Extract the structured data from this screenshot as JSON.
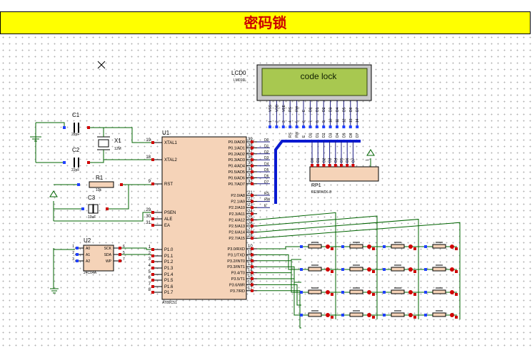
{
  "title": "密码锁",
  "lcd": {
    "ref": "LCD0",
    "model": "LM016L",
    "display_text": "code lock",
    "top_pins": [
      "VSS",
      "VDD",
      "VEE",
      "RS",
      "RW",
      "E",
      "D0",
      "D1",
      "D2",
      "D3",
      "D4",
      "D5",
      "D6",
      "D7"
    ],
    "pin_numbers": [
      "1",
      "2",
      "3",
      "4",
      "5",
      "6",
      "7",
      "8",
      "9",
      "10",
      "11",
      "12",
      "13",
      "14"
    ]
  },
  "mcu": {
    "ref": "U1",
    "model": "AT89C51",
    "left_pins": [
      {
        "num": "19",
        "name": "XTAL1"
      },
      {
        "num": "18",
        "name": "XTAL2"
      },
      {
        "num": "9",
        "name": "RST"
      },
      {
        "num": "29",
        "name": "PSEN"
      },
      {
        "num": "30",
        "name": "ALE"
      },
      {
        "num": "31",
        "name": "EA"
      },
      {
        "num": "1",
        "name": "P1.0"
      },
      {
        "num": "2",
        "name": "P1.1"
      },
      {
        "num": "3",
        "name": "P1.2"
      },
      {
        "num": "4",
        "name": "P1.3"
      },
      {
        "num": "5",
        "name": "P1.4"
      },
      {
        "num": "6",
        "name": "P1.5"
      },
      {
        "num": "7",
        "name": "P1.6"
      },
      {
        "num": "8",
        "name": "P1.7"
      }
    ],
    "right_pins": [
      {
        "num": "39",
        "name": "P0.0/AD0"
      },
      {
        "num": "38",
        "name": "P0.1/AD1"
      },
      {
        "num": "37",
        "name": "P0.2/AD2"
      },
      {
        "num": "36",
        "name": "P0.3/AD3"
      },
      {
        "num": "35",
        "name": "P0.4/AD4"
      },
      {
        "num": "34",
        "name": "P0.5/AD5"
      },
      {
        "num": "33",
        "name": "P0.6/AD6"
      },
      {
        "num": "32",
        "name": "P0.7/AD7"
      },
      {
        "num": "21",
        "name": "P2.0/A8"
      },
      {
        "num": "22",
        "name": "P2.1/A9"
      },
      {
        "num": "23",
        "name": "P2.2/A10"
      },
      {
        "num": "24",
        "name": "P2.3/A11"
      },
      {
        "num": "25",
        "name": "P2.4/A12"
      },
      {
        "num": "26",
        "name": "P2.5/A13"
      },
      {
        "num": "27",
        "name": "P2.6/A14"
      },
      {
        "num": "28",
        "name": "P2.7/A15"
      },
      {
        "num": "10",
        "name": "P3.0/RXD"
      },
      {
        "num": "11",
        "name": "P3.1/TXD"
      },
      {
        "num": "12",
        "name": "P3.2/INT0"
      },
      {
        "num": "13",
        "name": "P3.3/INT1"
      },
      {
        "num": "14",
        "name": "P3.4/T0"
      },
      {
        "num": "15",
        "name": "P3.5/T1"
      },
      {
        "num": "16",
        "name": "P3.6/WR"
      },
      {
        "num": "17",
        "name": "P3.7/RD"
      }
    ]
  },
  "bus_labels": {
    "p0": [
      "D0",
      "D1",
      "D2",
      "D3",
      "D4",
      "D5",
      "D6",
      "D7"
    ],
    "p2": [
      "RS",
      "RW",
      "E"
    ]
  },
  "lcd_bus_labels": [
    "RS",
    "RW",
    "E",
    "D0",
    "D1",
    "D2",
    "D3",
    "D4",
    "D5",
    "D6",
    "D7"
  ],
  "rp1": {
    "ref": "RP1",
    "model": "RESPACK-8",
    "pin_labels": [
      "D0",
      "D1",
      "D2",
      "D3",
      "D4",
      "D5",
      "D6",
      "D7"
    ],
    "common_pin": "1"
  },
  "c1": {
    "ref": "C1",
    "value": "22pF"
  },
  "c2": {
    "ref": "C2",
    "value": "22pF"
  },
  "x1": {
    "ref": "X1",
    "value": "12M"
  },
  "r1": {
    "ref": "R1",
    "value": "10k"
  },
  "c3": {
    "ref": "C3",
    "value": "10uF"
  },
  "u2": {
    "ref": "U2",
    "model": "24C04A",
    "left_pins": [
      {
        "num": "1",
        "name": "A0"
      },
      {
        "num": "2",
        "name": "A1"
      },
      {
        "num": "3",
        "name": "A2"
      }
    ],
    "right_pins": [
      {
        "num": "6",
        "name": "SCK"
      },
      {
        "num": "5",
        "name": "SDA"
      },
      {
        "num": "7",
        "name": "WP"
      }
    ]
  }
}
